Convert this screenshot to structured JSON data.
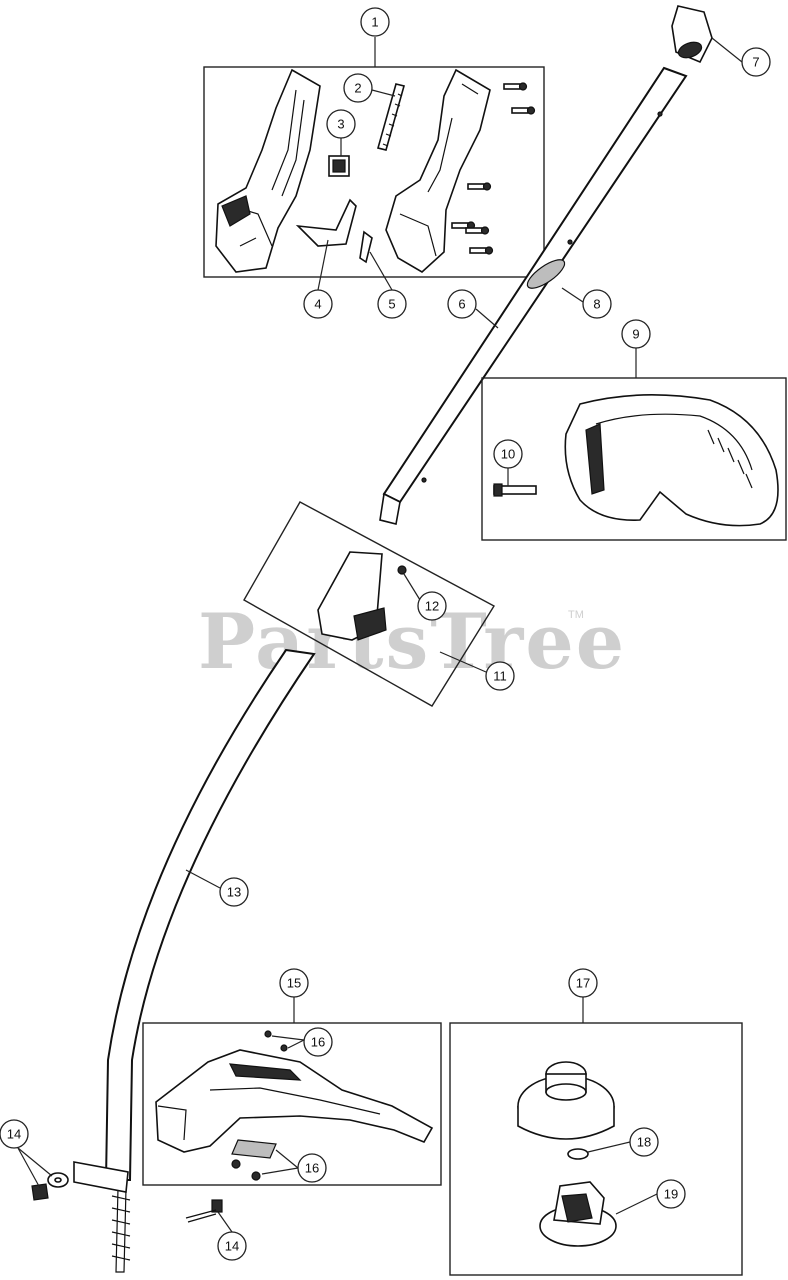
{
  "watermark": {
    "text": "PartsTree",
    "trademark": "TM"
  },
  "callouts": {
    "c1": "1",
    "c2": "2",
    "c3": "3",
    "c4": "4",
    "c5": "5",
    "c6": "6",
    "c7": "7",
    "c8": "8",
    "c9": "9",
    "c10": "10",
    "c11": "11",
    "c12": "12",
    "c13": "13",
    "c14a": "14",
    "c14b": "14",
    "c15": "15",
    "c16a": "16",
    "c16b": "16",
    "c17": "17",
    "c18": "18",
    "c19": "19"
  }
}
